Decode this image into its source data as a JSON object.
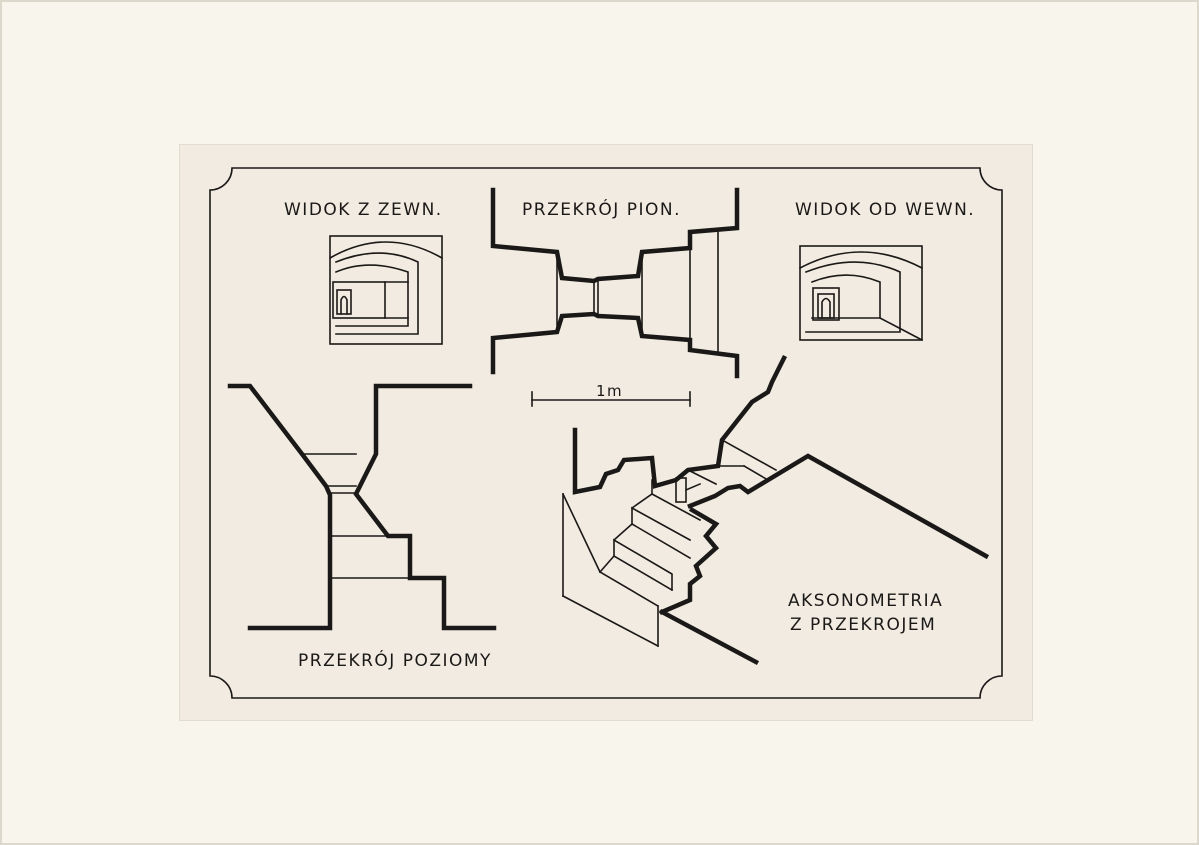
{
  "plate": {
    "views": {
      "exterior_view": "WIDOK Z ZEWN.",
      "vertical_section": "PRZEKRÓJ PION.",
      "interior_view": "WIDOK OD WEWN.",
      "horizontal_section": "PRZEKRÓJ POZIOMY",
      "axonometry_line1": "AKSONOMETRIA",
      "axonometry_line2": "Z PRZEKROJEM"
    },
    "scale_bar": {
      "label": "1m"
    }
  },
  "colors": {
    "ink": "#1b1917",
    "paper": "#f1ebe2",
    "mount": "#f7f5ec"
  }
}
